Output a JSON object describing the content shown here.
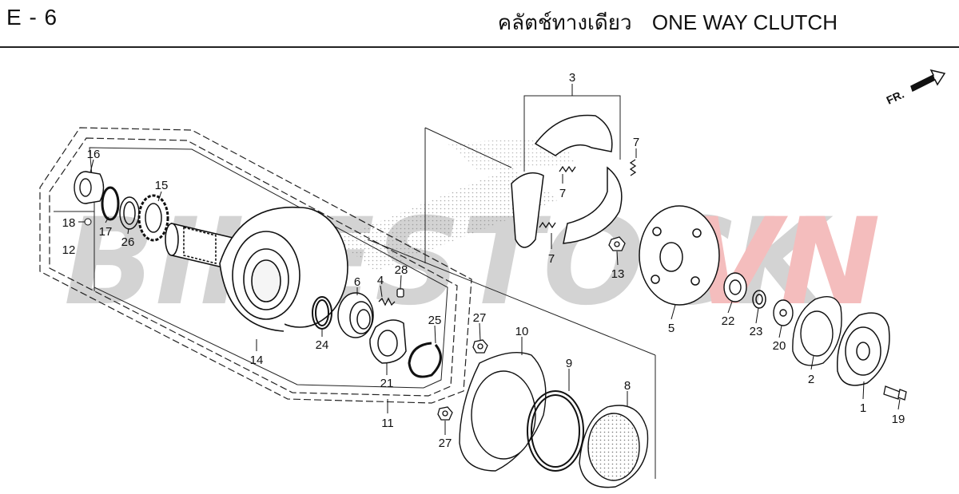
{
  "header": {
    "code": "E - 6",
    "title_thai": "คลัตช์ทางเดียว",
    "title_en": "ONE WAY CLUTCH"
  },
  "direction_marker": {
    "label": "FR.",
    "icon": "front-direction-arrow-icon"
  },
  "watermark": {
    "part1": "BIKESTOCK",
    "part2": "VN",
    "color1": "#c8c8c8",
    "color2": "#f2b8b8"
  },
  "callouts": {
    "p1": "1",
    "p2": "2",
    "p3": "3",
    "p4": "4",
    "p5": "5",
    "p6": "6",
    "p7a": "7",
    "p7b": "7",
    "p7c": "7",
    "p8": "8",
    "p9": "9",
    "p10": "10",
    "p11": "11",
    "p12": "12",
    "p13": "13",
    "p14": "14",
    "p15": "15",
    "p16": "16",
    "p17": "17",
    "p18": "18",
    "p19": "19",
    "p20": "20",
    "p21": "21",
    "p22": "22",
    "p23": "23",
    "p24": "24",
    "p25": "25",
    "p26": "26",
    "p27a": "27",
    "p27b": "27",
    "p28": "28"
  }
}
